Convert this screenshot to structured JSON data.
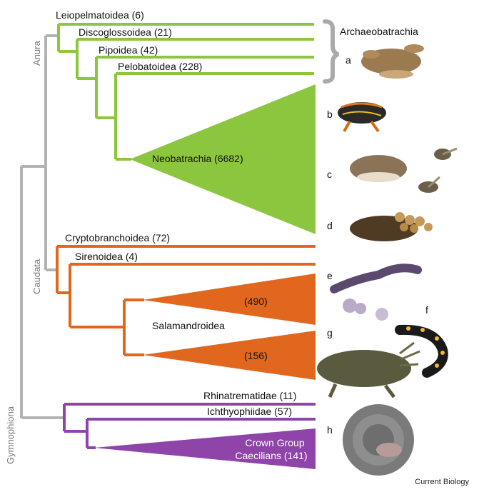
{
  "taxa": {
    "leiopelmatoidea": "Leiopelmatoidea (6)",
    "discoglossoidea": "Discoglossoidea (21)",
    "pipoidea": "Pipoidea (42)",
    "pelobatoidea": "Pelobatoidea (228)",
    "neobatrachia": "Neobatrachia (6682)",
    "cryptobranchoidea": "Cryptobranchoidea (72)",
    "sirenoidea": "Sirenoidea (4)",
    "salamandroidea": "Salamandroidea",
    "salamandroidea_a": "(490)",
    "salamandroidea_b": "(156)",
    "rhinatrematidae": "Rhinatrematidae (11)",
    "ichthyophiidae": "Ichthyophiidae (57)",
    "crown_line1": "Crown Group",
    "crown_line2": "Caecilians (141)"
  },
  "groups": {
    "anura": "Anura",
    "caudata": "Caudata",
    "gymnophiona": "Gymnophiona",
    "archaeobatrachia": "Archaeobatrachia"
  },
  "photo_letters": [
    "a",
    "b",
    "c",
    "d",
    "e",
    "f",
    "g",
    "h"
  ],
  "credit": "Current Biology",
  "colors": {
    "anura": "#8cc63f",
    "caudata": "#e0671d",
    "gymnophiona": "#8e44a9",
    "root": "#b3b3b3"
  }
}
